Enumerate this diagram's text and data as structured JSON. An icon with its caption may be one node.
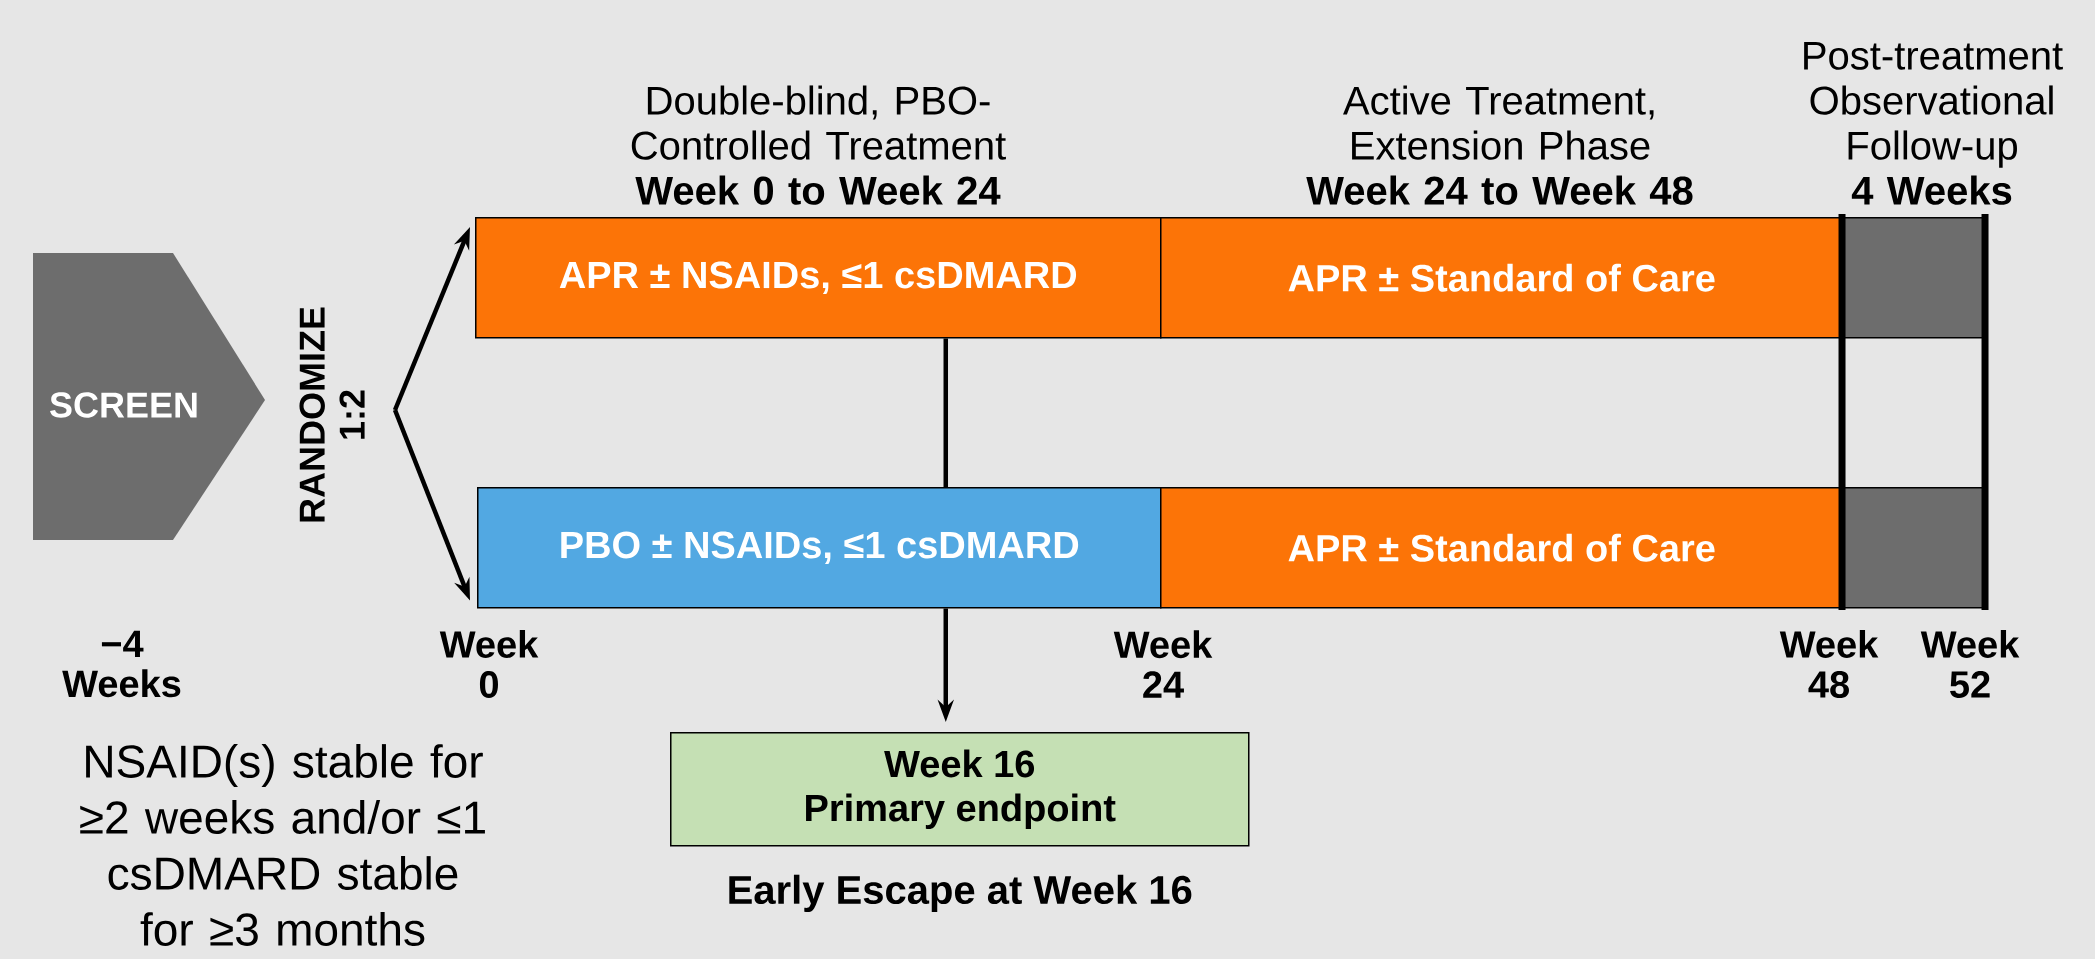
{
  "diagram": {
    "nodes": [
      {
        "text": [
          "SCREEN"
        ]
      },
      {
        "text": [
          "RANDOMIZE 1:2"
        ]
      },
      {
        "text": [
          "Double-blind, PBO-Controlled Treatment",
          "Week 0 to Week 24",
          "APR ± NSAIDs, ≤1 csDMARD"
        ]
      },
      {
        "text": [
          "Active Treatment, Extension Phase",
          "Week 24 to Week 48",
          "APR ± Standard of Care"
        ]
      },
      {
        "text": [
          "Post-treatment Observational Follow-up",
          "4 Weeks"
        ]
      },
      {
        "text": [
          "PBO ± NSAIDs, ≤1 csDMARD"
        ]
      },
      {
        "text": [
          "APR ± Standard of Care"
        ]
      },
      {
        "text": [],
        "shape": "box"
      },
      {
        "text": [
          "Week 16",
          "Primary endpoint"
        ],
        "beside": [
          "Early Escape at Week 16"
        ]
      }
    ],
    "edges": [
      {
        "from": 1,
        "to": 2,
        "arrow": "to"
      },
      {
        "from": 1,
        "to": 5,
        "arrow": "to"
      },
      {
        "from": 2,
        "to": 5,
        "arrow": "none"
      },
      {
        "from": 5,
        "to": 8,
        "arrow": "to"
      }
    ],
    "labels": [
      "−4 Weeks",
      "Week 0",
      "Week 24",
      "Week 48",
      "Week 52",
      "NSAID(s) stable for ≥2 weeks and/or ≤1 csDMARD stable for ≥3 months"
    ]
  }
}
